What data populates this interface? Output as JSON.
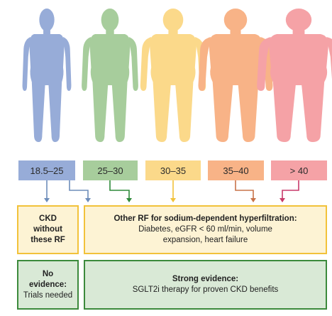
{
  "colors": {
    "blue": "#97acd8",
    "green": "#a7cd9c",
    "yellow": "#fbd98a",
    "orange": "#f8b387",
    "pink": "#f5a2a6",
    "box_yellow_border": "#f2c23a",
    "box_green_border": "#3c8a3c",
    "arrow_blue": "#6e8dba",
    "arrow_green": "#2f8a3a",
    "arrow_yellow": "#f2c23a",
    "arrow_orange": "#c8734a",
    "arrow_pink": "#c83a6a"
  },
  "bmi_categories": [
    {
      "label": "18.5–25",
      "color": "#97acd8"
    },
    {
      "label": "25–30",
      "color": "#a7cd9c"
    },
    {
      "label": "30–35",
      "color": "#fbd98a"
    },
    {
      "label": "35–40",
      "color": "#f8b387"
    },
    {
      "label": "> 40",
      "color": "#f5a2a6"
    }
  ],
  "boxes": {
    "ckd_without": {
      "title": "CKD without these RF"
    },
    "other_rf": {
      "title": "Other RF for sodium-dependent hyperfiltration:",
      "body": "Diabetes, eGFR < 60 ml/min, volume expansion, heart failure"
    },
    "no_evidence": {
      "title": "No evidence:",
      "body": "Trials needed"
    },
    "strong_evidence": {
      "title": "Strong evidence:",
      "body": "SGLT2i therapy for proven CKD benefits"
    }
  }
}
